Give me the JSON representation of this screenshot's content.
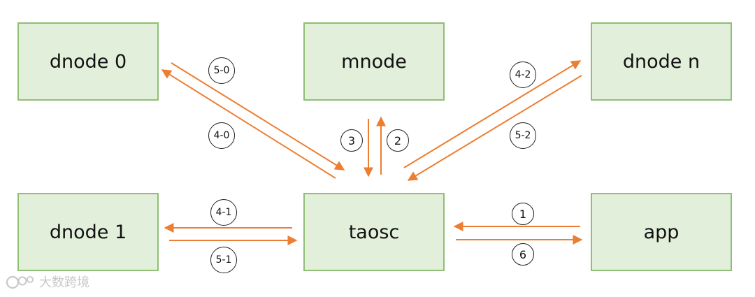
{
  "nodes": {
    "dnode0": "dnode 0",
    "mnode": "mnode",
    "dnoden": "dnode n",
    "dnode1": "dnode 1",
    "taosc": "taosc",
    "app": "app"
  },
  "steps": {
    "s1": "1",
    "s2": "2",
    "s3": "3",
    "s4_0": "4-0",
    "s4_1": "4-1",
    "s4_2": "4-2",
    "s5_0": "5-0",
    "s5_1": "5-1",
    "s5_2": "5-2",
    "s6": "6"
  },
  "watermark": "大数跨境",
  "colors": {
    "node_fill": "#e2efda",
    "node_border": "#8fbf73",
    "arrow": "#ed7d31"
  }
}
